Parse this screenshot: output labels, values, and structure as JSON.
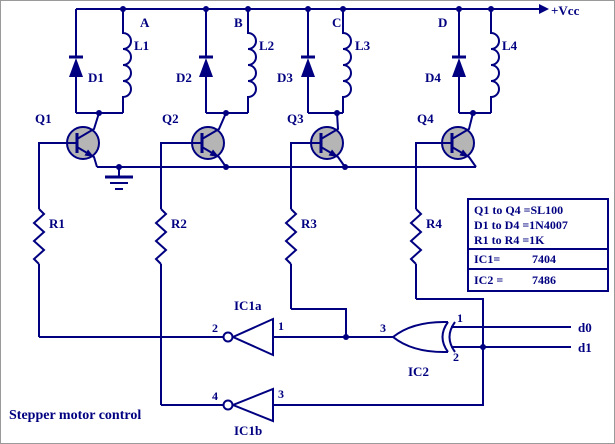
{
  "caption": "Stepper motor control",
  "colors": {
    "wire": "#000080",
    "label": "#000080",
    "transistor_fill": "#b5b5b5",
    "background": "#ffffff"
  },
  "power": {
    "vcc": "+Vcc"
  },
  "phases": {
    "a": "A",
    "b": "B",
    "c": "C",
    "d": "D"
  },
  "inductors": {
    "l1": "L1",
    "l2": "L2",
    "l3": "L3",
    "l4": "L4"
  },
  "diodes": {
    "d1": "D1",
    "d2": "D2",
    "d3": "D3",
    "d4": "D4"
  },
  "transistors": {
    "q1": "Q1",
    "q2": "Q2",
    "q3": "Q3",
    "q4": "Q4"
  },
  "resistors": {
    "r1": "R1",
    "r2": "R2",
    "r3": "R3",
    "r4": "R4"
  },
  "gates": {
    "ic1a": {
      "label": "IC1a",
      "pin_left": "2",
      "pin_right": "1"
    },
    "ic1b": {
      "label": "IC1b",
      "pin_left": "4",
      "pin_right": "3"
    },
    "ic2": {
      "label": "IC2",
      "pin_out": "3",
      "pin_in1": "1",
      "pin_in2": "2"
    }
  },
  "inputs": {
    "d0": "d0",
    "d1": "d1"
  },
  "info_box": {
    "row1": "Q1 to Q4 =SL100",
    "row2": "D1 to D4 =1N4007",
    "row3": "R1 to R4 =1K",
    "row4_label": "IC1=",
    "row4_value": "7404",
    "row5_label": "IC2 =",
    "row5_value": "7486"
  }
}
